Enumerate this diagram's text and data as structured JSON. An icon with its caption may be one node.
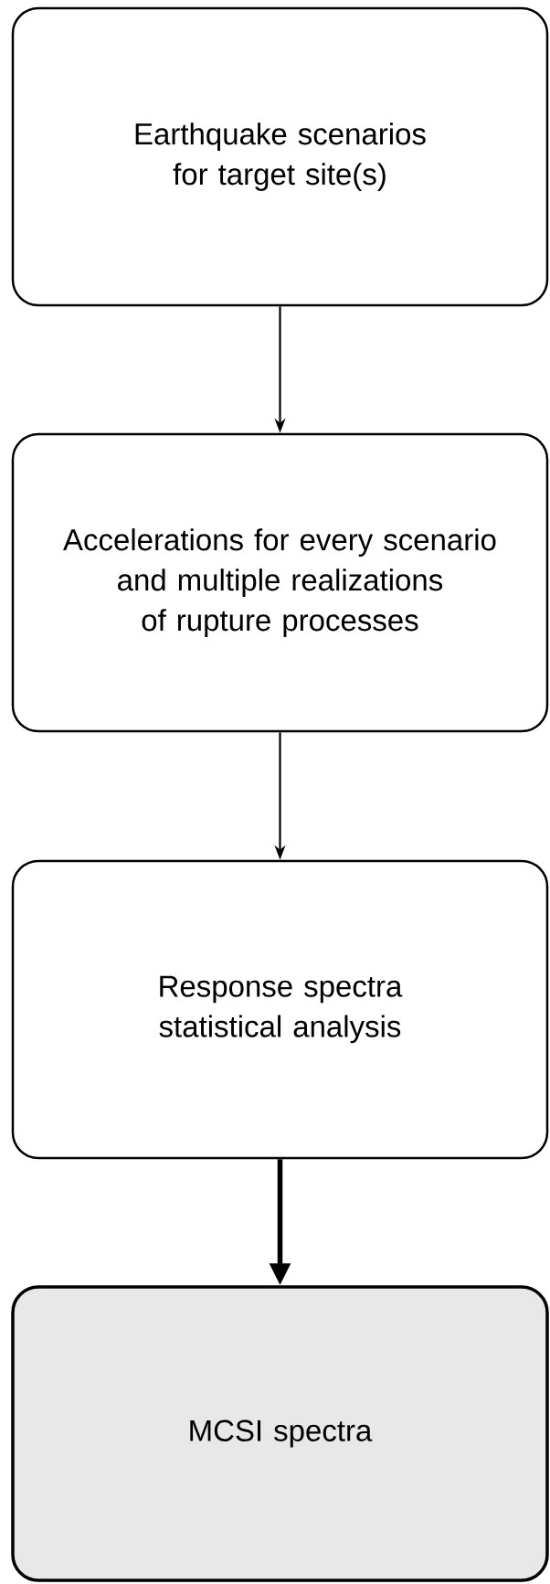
{
  "diagram": {
    "nodes": [
      {
        "text": [
          "Earthquake scenarios for target site(s)"
        ]
      },
      {
        "text": [
          "Accelerations for every scenario and multiple realizations of rupture processes"
        ]
      },
      {
        "text": [
          "Response spectra statistical analysis"
        ]
      },
      {
        "text": [
          "MCSI spectra"
        ]
      }
    ],
    "edges": [
      {
        "from": 0,
        "to": 1,
        "arrow": "to"
      },
      {
        "from": 1,
        "to": 2,
        "arrow": "to"
      },
      {
        "from": 2,
        "to": 3,
        "arrow": "to",
        "style": "thick"
      }
    ]
  }
}
